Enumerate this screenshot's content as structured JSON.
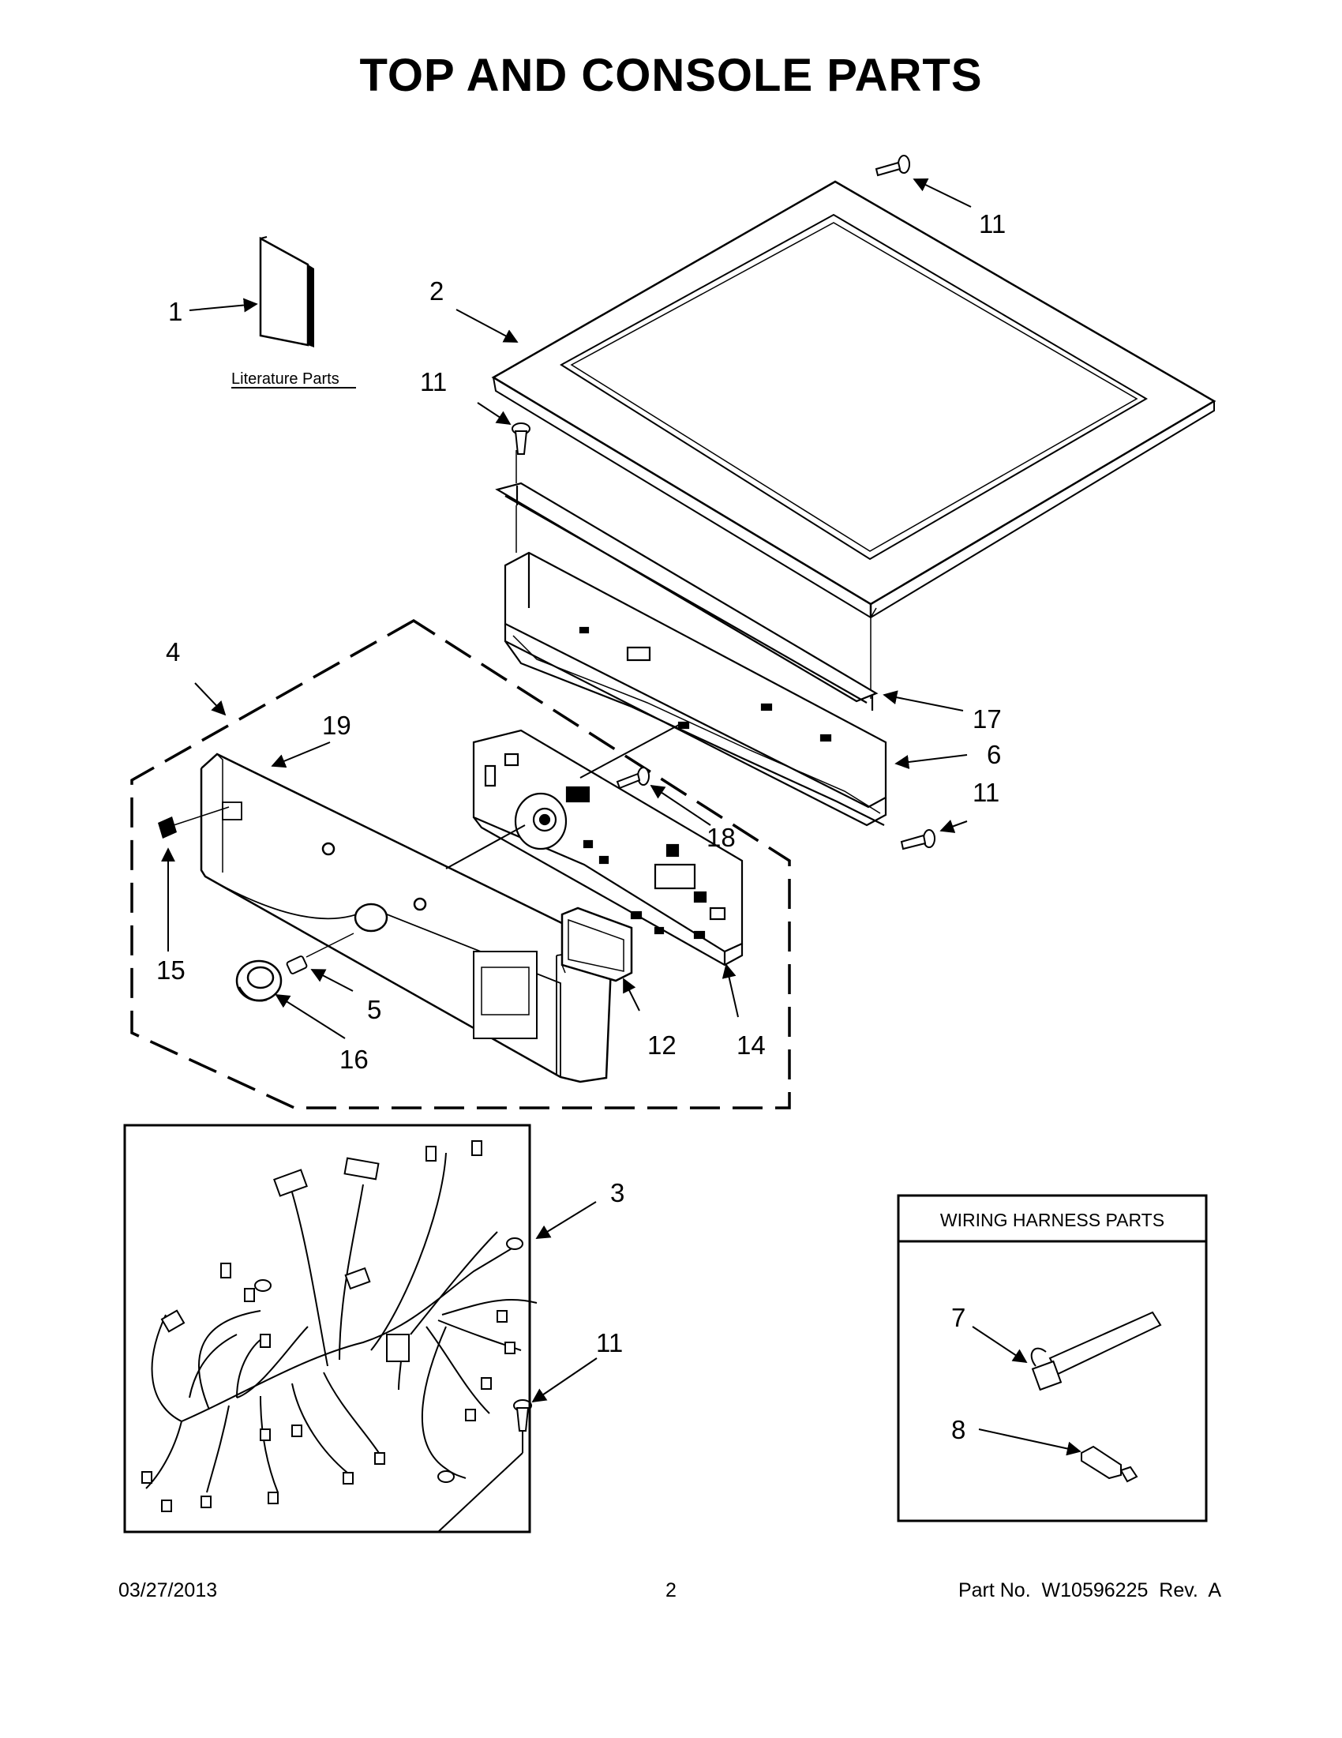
{
  "title": "TOP AND CONSOLE PARTS",
  "literature_label": "Literature Parts",
  "wiring_box_title": "WIRING HARNESS PARTS",
  "callouts": {
    "c1": "1",
    "c2": "2",
    "c3": "3",
    "c4": "4",
    "c5": "5",
    "c6": "6",
    "c7": "7",
    "c8": "8",
    "c11a": "11",
    "c11b": "11",
    "c11c": "11",
    "c11d": "11",
    "c12": "12",
    "c14": "14",
    "c15": "15",
    "c16": "16",
    "c17": "17",
    "c18": "18",
    "c19": "19"
  },
  "footer": {
    "date": "03/27/2013",
    "page": "2",
    "part_no": "Part No.  W10596225  Rev.  A"
  }
}
